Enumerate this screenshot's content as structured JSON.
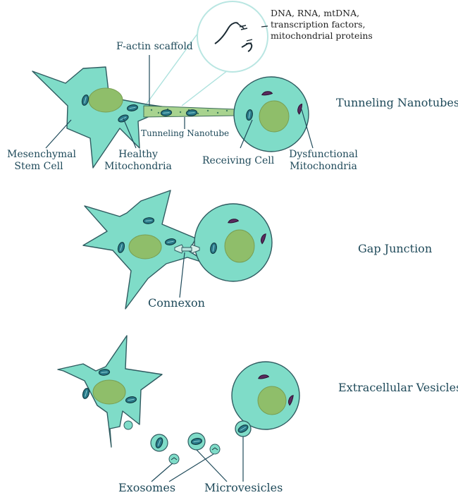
{
  "colors": {
    "cell_fill": "#7fdcc8",
    "cell_stroke": "#2f5b60",
    "nucleus_fill": "#8fbe6a",
    "nucleus_stroke": "#789e52",
    "healthy_mito": "#2a7b8a",
    "dysfunctional_mito": "#5a2b5f",
    "label_text": "#1f4a5a"
  },
  "callout": {
    "cargo_text": [
      "DNA, RNA, mtDNA,",
      "transcription factors,",
      "mitochondrial proteins"
    ]
  },
  "panels": {
    "tunneling_nanotubes": {
      "title": "Tunneling Nanotubes",
      "labels": {
        "factin": "F-actin scaffold",
        "nanotube": "Tunneling Nanotube",
        "msc": [
          "Mesenchymal",
          "Stem Cell"
        ],
        "healthy_mito": [
          "Healthy",
          "Mitochondria"
        ],
        "receiving": "Receiving Cell",
        "dysfunctional_mito": [
          "Dysfunctional",
          "Mitochondria"
        ]
      }
    },
    "gap_junction": {
      "title": "Gap Junction",
      "labels": {
        "connexon": "Connexon"
      }
    },
    "extracellular_vesicles": {
      "title": "Extracellular Vesicles",
      "labels": {
        "exosomes": "Exosomes",
        "microvesicles": "Microvesicles"
      }
    }
  }
}
